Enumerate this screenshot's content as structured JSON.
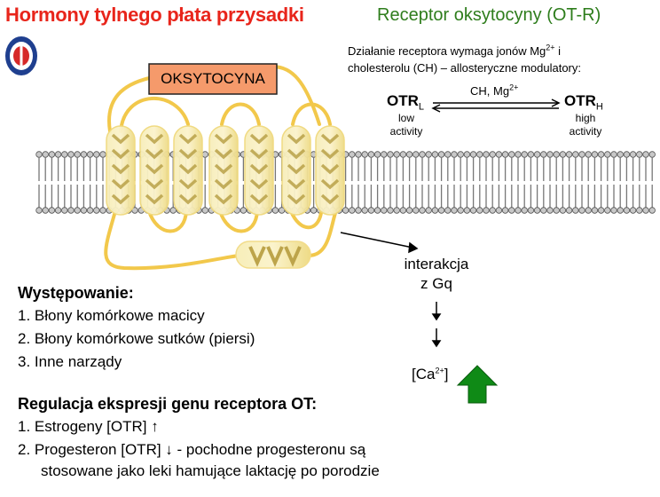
{
  "title": {
    "main": "Hormony tylnego płata przysadki",
    "sub": "Receptor oksytocyny (OT-R)"
  },
  "ligand": "OKSYTOCYNA",
  "modulation": {
    "line1_a": "Działanie receptora wymaga jonów Mg",
    "line1_sup": "2+",
    "line1_b": " i",
    "line2": "cholesterolu (CH) – allosteryczne modulatory:"
  },
  "equilibrium": {
    "left_state": "OTR",
    "left_sub": "L",
    "left_desc1": "low",
    "left_desc2": "activity",
    "right_state": "OTR",
    "right_sub": "H",
    "right_desc1": "high",
    "right_desc2": "activity",
    "arrow_label": "CH, Mg",
    "arrow_label_sup": "2+"
  },
  "signaling": {
    "line1": "interakcja",
    "line2": "z Gq",
    "calcium": "[Ca",
    "calcium_sup": "2+",
    "calcium_end": "]",
    "up_color": "#0f8a16"
  },
  "occurrence": {
    "heading": "Występowanie:",
    "items": [
      "1. Błony komórkowe macicy",
      "2. Błony komórkowe sutków (piersi)",
      "3. Inne narządy"
    ]
  },
  "regulation": {
    "heading": "Regulacja ekspresji genu receptora OT:",
    "item1": "1. Estrogeny [OTR] ↑",
    "item2_line1": "2. Progesteron [OTR] ↓ - pochodne progesteronu są",
    "item2_line2": "stosowane jako leki hamujące laktację po porodzie"
  },
  "colors": {
    "title_main": "#e8251b",
    "title_sub": "#2e7d1c",
    "ligand_fill": "#f59a6b",
    "helix": "#f5e7a3",
    "loop": "#f3c94a"
  }
}
